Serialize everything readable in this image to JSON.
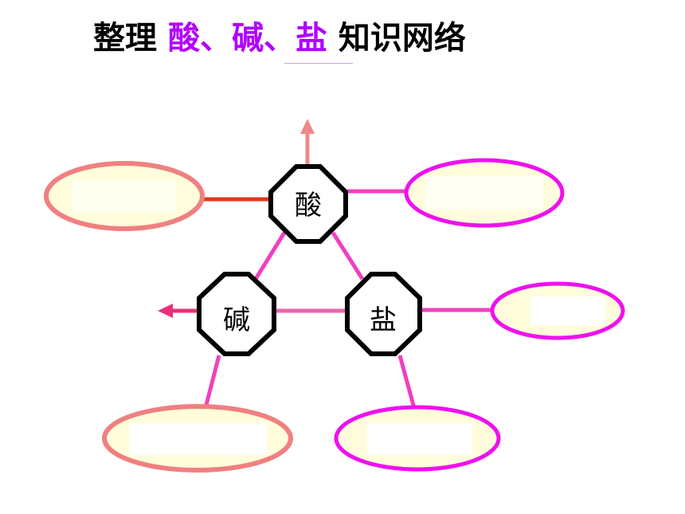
{
  "title": {
    "prefix": "整理",
    "highlight_1": "酸",
    "sep_1": "、",
    "highlight_2": "碱",
    "sep_2": "、",
    "highlight_3": "盐",
    "suffix": "知识网络"
  },
  "nodes": {
    "acid": "酸",
    "base": "碱",
    "salt": "盐"
  },
  "colors": {
    "title_highlight": "#b000ff",
    "salmon_oval_stroke": "#f08080",
    "magenta_oval_stroke": "#ee11ee",
    "oval_fill": "#fffddc",
    "link_pink": "#f040c0",
    "link_red": "#e03a1a",
    "arrow_salmon": "#f08888",
    "arrow_pink": "#e8307a",
    "node_stroke": "#000000"
  }
}
